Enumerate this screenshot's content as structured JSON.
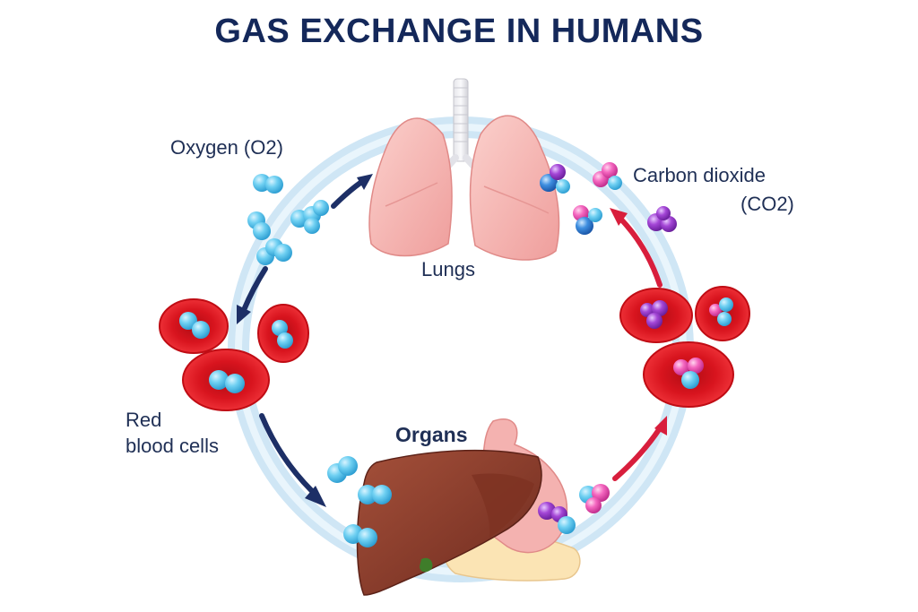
{
  "title": "GAS EXCHANGE IN HUMANS",
  "labels": {
    "oxygen": "Oxygen (O2)",
    "carbon_dioxide_line1": "Carbon dioxide",
    "carbon_dioxide_line2": "(CO2)",
    "lungs": "Lungs",
    "red_blood_cells_line1": "Red",
    "red_blood_cells_line2": "blood cells",
    "organs": "Organs"
  },
  "colors": {
    "title": "#14285a",
    "text": "#1f2f55",
    "circulation_ring": "#cfe6f5",
    "oxygen_arrow": "#1d2f66",
    "co2_arrow": "#d81e3c",
    "red_blood_cell": "#d8141e",
    "oxygen_molecule": "#5cc8ee",
    "co2_molecule_pink": "#ee5ab4",
    "co2_molecule_purple": "#9a3cc8",
    "lungs": "#f6b0ae",
    "liver": "#8b3a2a",
    "stomach": "#f4b2b0",
    "pancreas": "#fbe4b4"
  }
}
